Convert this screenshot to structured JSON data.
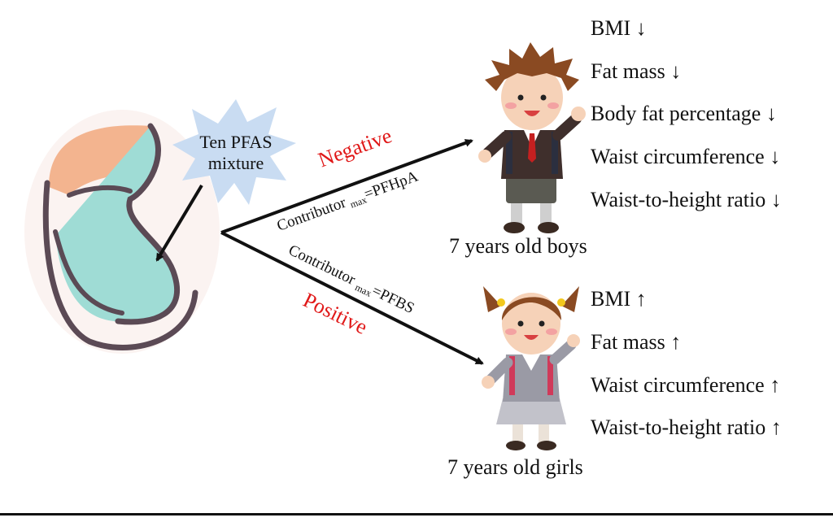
{
  "exposure": {
    "line1": "Ten PFAS",
    "line2": "mixture"
  },
  "paths": {
    "negative": {
      "label": "Negative",
      "contributor_prefix": "Contributor",
      "contributor_sub": "max",
      "contributor_value": "=PFHpA",
      "color": "#e01818"
    },
    "positive": {
      "label": "Positive",
      "contributor_prefix": "Contributor",
      "contributor_sub": "max",
      "contributor_value": "=PFBS",
      "color": "#e01818"
    }
  },
  "boys": {
    "caption": "7 years old boys",
    "outcomes": [
      "BMI ↓",
      "Fat mass ↓",
      "Body fat percentage ↓",
      "Waist circumference ↓",
      "Waist-to-height ratio ↓"
    ]
  },
  "girls": {
    "caption": "7 years old girls",
    "outcomes": [
      "BMI ↑",
      "Fat mass ↑",
      "Waist circumference ↑",
      "Waist-to-height ratio ↑"
    ]
  },
  "icons": {
    "mother": "pregnant-woman-icon",
    "burst": "starburst-icon",
    "boy": "schoolboy-icon",
    "girl": "schoolgirl-icon"
  },
  "colors": {
    "skin": "#f3b48f",
    "belly": "#9fdcd5",
    "outline": "#5b4a55",
    "burst": "#c9dcf2",
    "boy_hair": "#8a4a22",
    "girl_hair": "#8a4a22",
    "boy_jacket": "#3f2f2c",
    "girl_jacket": "#9a9aa5"
  }
}
